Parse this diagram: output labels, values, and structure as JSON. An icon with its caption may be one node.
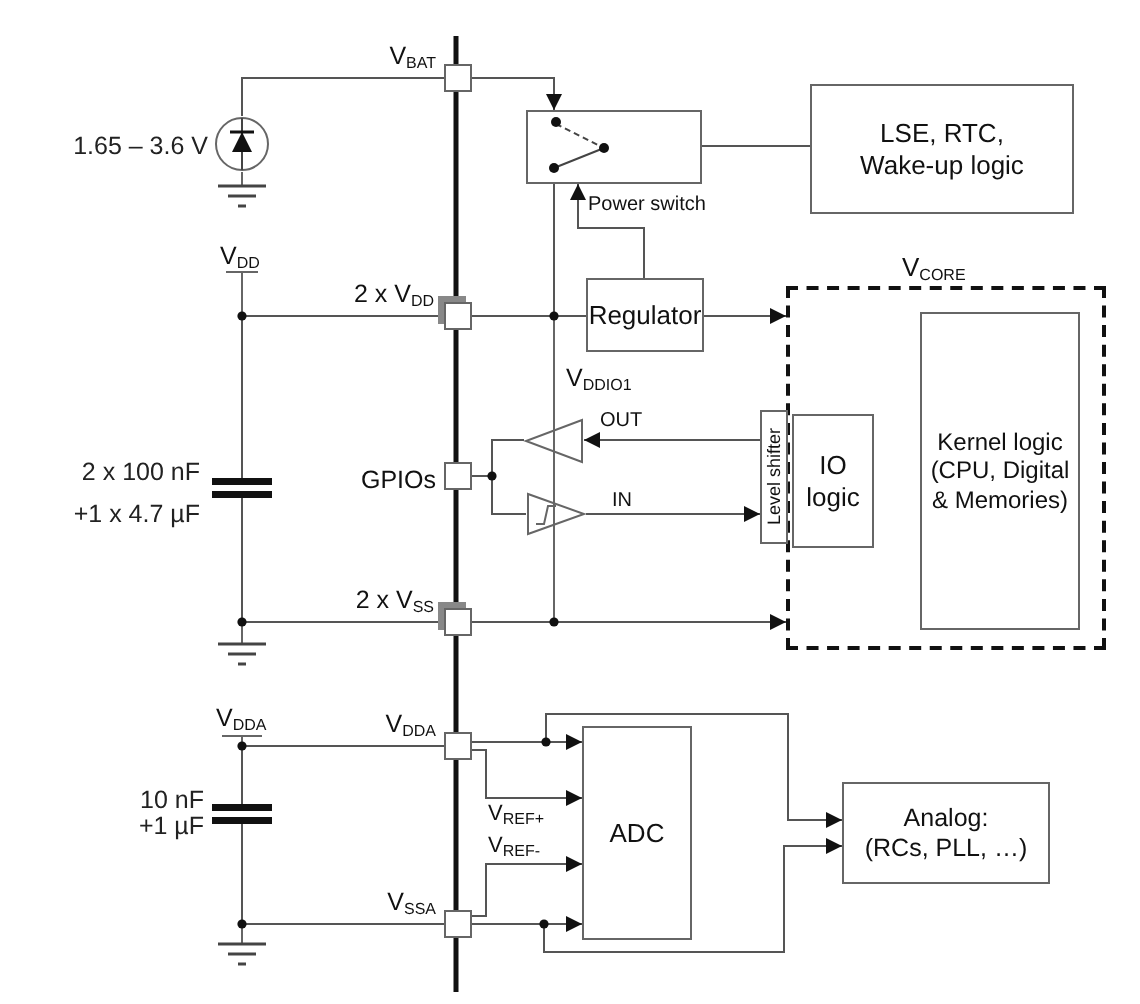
{
  "diagram": {
    "nodes": [
      {
        "text": [
          "V$_{BAT}$"
        ]
      },
      {
        "text": [
          "2 x V$_{DD}$"
        ]
      },
      {
        "text": [
          "GPIOs"
        ]
      },
      {
        "text": [
          "2 x V$_{SS}$"
        ]
      },
      {
        "text": [
          "V$_{DDA}$"
        ]
      },
      {
        "text": [
          "V$_{SSA}$"
        ]
      },
      {
        "text": [],
        "shape": "box"
      },
      {
        "text": [
          "LSE, RTC, Wake-up logic"
        ]
      },
      {
        "text": [
          "Regulator"
        ]
      },
      {
        "text": [
          "V$_{CORE}$"
        ]
      },
      {
        "text": [
          "Level shifter"
        ]
      },
      {
        "text": [
          "IO logic"
        ],
        "in": 9
      },
      {
        "text": [
          "Kernel logic (CPU, Digital & Memories)"
        ],
        "in": 9
      },
      {
        "text": [],
        "shape": "triangle"
      },
      {
        "text": [],
        "shape": "triangle"
      },
      {
        "text": [
          "ADC"
        ]
      },
      {
        "text": [
          "Analog:",
          "(RCs, PLL, …)"
        ]
      },
      {
        "text": [],
        "shape": "circle",
        "beside": [
          "1.65 – 3.6 V"
        ]
      },
      {
        "text": [],
        "shape": "capacitor",
        "beside": [
          "2 x 100 nF",
          "+1 x 4.7 µF"
        ]
      },
      {
        "text": [],
        "shape": "capacitor",
        "beside": [
          "10 nF +1 µF"
        ]
      }
    ],
    "edges": [
      {
        "from": 17,
        "to": 0,
        "arrow": "none"
      },
      {
        "from": 0,
        "to": 6,
        "arrow": "to"
      },
      {
        "from": 1,
        "to": 6,
        "arrow": "none"
      },
      {
        "from": 1,
        "to": 8,
        "arrow": "none"
      },
      {
        "from": 6,
        "to": 7,
        "arrow": "none"
      },
      {
        "from": 8,
        "to": 6,
        "arrow": "to",
        "label": "Power switch"
      },
      {
        "from": 8,
        "to": 9,
        "arrow": "to"
      },
      {
        "from": 3,
        "to": 9,
        "arrow": "to"
      },
      {
        "from": 10,
        "to": 13,
        "arrow": "to",
        "label": "OUT"
      },
      {
        "from": 14,
        "to": 10,
        "arrow": "to",
        "label": "IN"
      },
      {
        "from": 13,
        "to": 2,
        "arrow": "none"
      },
      {
        "from": 2,
        "to": 14,
        "arrow": "none"
      },
      {
        "from": 4,
        "to": 15,
        "arrow": "to"
      },
      {
        "from": 4,
        "to": 15,
        "arrow": "to",
        "label": "V$_{REF+}$"
      },
      {
        "from": 5,
        "to": 15,
        "arrow": "to",
        "label": "V$_{REF-}$"
      },
      {
        "from": 5,
        "to": 15,
        "arrow": "to"
      },
      {
        "from": 4,
        "to": 16,
        "arrow": "to"
      },
      {
        "from": 5,
        "to": 16,
        "arrow": "to"
      },
      {
        "from": 1,
        "to": 18,
        "arrow": "none"
      },
      {
        "from": 3,
        "to": 18,
        "arrow": "none"
      },
      {
        "from": 4,
        "to": 19,
        "arrow": "none"
      },
      {
        "from": 5,
        "to": 19,
        "arrow": "none"
      }
    ],
    "labels": [
      "V$_{DD}$",
      "V$_{DDIO1}$",
      "V$_{DDA}$"
    ]
  }
}
